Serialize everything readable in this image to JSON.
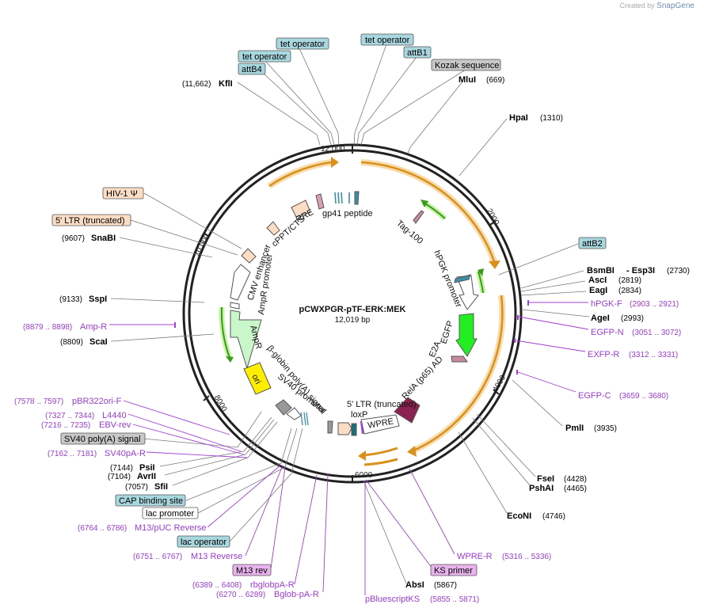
{
  "branding": {
    "created_by": "Created by",
    "app": "SnapGene"
  },
  "plasmid": {
    "name": "pCWXPGR-pTF-ERK:MEK",
    "size": "12,019 bp",
    "length": 12019
  },
  "ticks": [
    "2000",
    "4000",
    "6000",
    "8000",
    "10,000",
    "12,000"
  ],
  "sites": [
    {
      "name": "KflI",
      "pos": "(11,662)",
      "style": "enzyme"
    },
    {
      "name": "MluI",
      "pos": "(669)",
      "style": "enzyme"
    },
    {
      "name": "HpaI",
      "pos": "(1310)",
      "style": "enzyme"
    },
    {
      "name": "BsmBI",
      "extra": "- Esp3I",
      "pos": "(2730)",
      "style": "enzyme"
    },
    {
      "name": "AscI",
      "pos": "(2819)",
      "style": "enzyme"
    },
    {
      "name": "EagI",
      "pos": "(2834)",
      "style": "enzyme"
    },
    {
      "name": "hPGK-F",
      "pos": "(2903 .. 2921)",
      "style": "primer"
    },
    {
      "name": "AgeI",
      "pos": "(2993)",
      "style": "enzyme"
    },
    {
      "name": "EGFP-N",
      "pos": "(3051 .. 3072)",
      "style": "primer"
    },
    {
      "name": "EXFP-R",
      "pos": "(3312 .. 3331)",
      "style": "primer"
    },
    {
      "name": "EGFP-C",
      "pos": "(3659 .. 3680)",
      "style": "primer"
    },
    {
      "name": "PmlI",
      "pos": "(3935)",
      "style": "enzyme"
    },
    {
      "name": "FseI",
      "pos": "(4428)",
      "style": "enzyme"
    },
    {
      "name": "PshAI",
      "pos": "(4465)",
      "style": "enzyme"
    },
    {
      "name": "EcoNI",
      "pos": "(4746)",
      "style": "enzyme"
    },
    {
      "name": "WPRE-R",
      "pos": "(5316 .. 5336)",
      "style": "primer"
    },
    {
      "name": "AbsI",
      "pos": "(5867)",
      "style": "enzyme"
    },
    {
      "name": "pBluescriptKS",
      "pos": "(5855 .. 5871)",
      "style": "primer"
    },
    {
      "name": "Bglob-pA-R",
      "pos": "(6270 .. 6289)",
      "style": "primer"
    },
    {
      "name": "rbglobpA-R",
      "pos": "(6389 .. 6408)",
      "style": "primer"
    },
    {
      "name": "M13 Reverse",
      "pos": "(6751 .. 6767)",
      "style": "primer"
    },
    {
      "name": "M13/pUC Reverse",
      "pos": "(6764 .. 6786)",
      "style": "primer"
    },
    {
      "name": "SfiI",
      "pos": "(7057)",
      "style": "enzyme"
    },
    {
      "name": "AvrII",
      "pos": "(7104)",
      "style": "enzyme"
    },
    {
      "name": "PsiI",
      "pos": "(7144)",
      "style": "enzyme"
    },
    {
      "name": "SV40pA-R",
      "pos": "(7162 .. 7181)",
      "style": "primer"
    },
    {
      "name": "EBV-rev",
      "pos": "(7216 .. 7235)",
      "style": "primer"
    },
    {
      "name": "L4440",
      "pos": "(7327 .. 7344)",
      "style": "primer"
    },
    {
      "name": "pBR322ori-F",
      "pos": "(7578 .. 7597)",
      "style": "primer"
    },
    {
      "name": "ScaI",
      "pos": "(8809)",
      "style": "enzyme"
    },
    {
      "name": "Amp-R",
      "pos": "(8879 .. 8898)",
      "style": "primer"
    },
    {
      "name": "SspI",
      "pos": "(9133)",
      "style": "enzyme"
    },
    {
      "name": "SnaBI",
      "pos": "(9607)",
      "style": "enzyme"
    }
  ],
  "boxed_labels": [
    {
      "text": "tet operator",
      "color": "#a9d7df"
    },
    {
      "text": "tet operator",
      "color": "#a9d7df"
    },
    {
      "text": "tet operator",
      "color": "#a9d7df"
    },
    {
      "text": "attB1",
      "color": "#a9d7df"
    },
    {
      "text": "attB4",
      "color": "#a9d7df"
    },
    {
      "text": "Kozak sequence",
      "color": "#c8c8c8"
    },
    {
      "text": "attB2",
      "color": "#a9d7df"
    },
    {
      "text": "HIV-1 Ψ",
      "color": "#fbdcc4"
    },
    {
      "text": "5' LTR (truncated)",
      "color": "#fbdcc4"
    },
    {
      "text": "SV40 poly(A) signal",
      "color": "#c8c8c8"
    },
    {
      "text": "CAP binding site",
      "color": "#a9d7df"
    },
    {
      "text": "lac promoter",
      "color": "#ffffff"
    },
    {
      "text": "lac operator",
      "color": "#a9d7df"
    },
    {
      "text": "M13 rev",
      "color": "#e9b4ee"
    },
    {
      "text": "KS primer",
      "color": "#e9b4ee"
    }
  ],
  "feature_labels": [
    "RRE",
    "gp41 peptide",
    "cPPT/CTS",
    "Tag-100",
    "CMV enhancer",
    "AmpR promoter",
    "hPGK promoter",
    "AmpR",
    "EGFP",
    "E2A",
    "β-globin poly(A) signal",
    "SV40 promoter",
    "ori",
    "RelA (p65) AD",
    "5' LTR (truncated)",
    "loxP",
    "WPRE"
  ],
  "colors": {
    "enzyme": "#000000",
    "primer": "#9a3ccf",
    "orange_arc": "#d9901c",
    "green_arc": "#3a9a1a",
    "egfp": "#22ee22",
    "ampr": "#c9f7c9",
    "ori": "#ffee00",
    "rela": "#8b2252",
    "leader_line": "#7a7a7a"
  }
}
